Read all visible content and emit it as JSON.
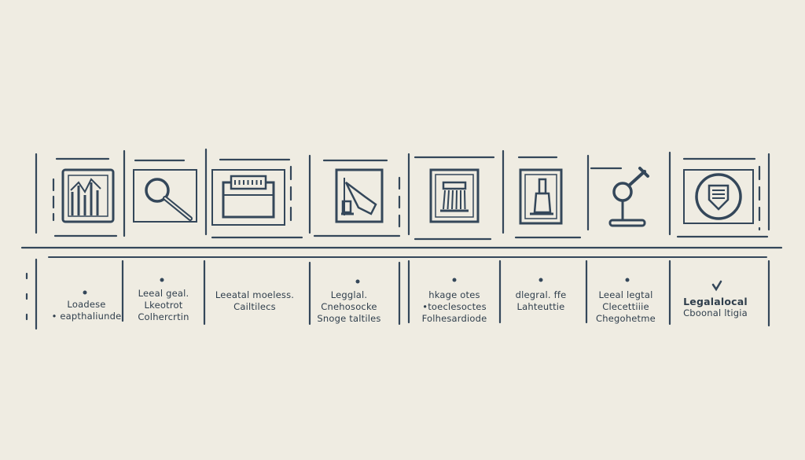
{
  "steps": [
    {
      "icon": "bar-chart-icon",
      "dot": "bullet",
      "lines": [
        "Loadese",
        "• eapthaliunde"
      ]
    },
    {
      "icon": "magnifying-glass-icon",
      "dot": "bullet",
      "lines": [
        "Leeal geal.",
        "Lkeotrot",
        "Colhercrtin"
      ]
    },
    {
      "icon": "keyboard-icon",
      "dot": "none",
      "lines": [
        "Leeatal moeless.",
        "Cailtilecs"
      ]
    },
    {
      "icon": "scale-hand-icon",
      "dot": "bullet",
      "lines": [
        "Legglal.",
        "Cnehosocke",
        "Snoge taltiles"
      ]
    },
    {
      "icon": "courthouse-icon",
      "dot": "bullet",
      "lines": [
        "hkage otes",
        "•toeclesoctes",
        "Folhesardiode"
      ]
    },
    {
      "icon": "gavel-block-icon",
      "dot": "bullet",
      "lines": [
        "dlegral. ffe",
        "Lahteuttie"
      ]
    },
    {
      "icon": "gavel-stand-icon",
      "dot": "bullet",
      "lines": [
        "Leeal legtal",
        "Clecettiiie",
        "Chegohetme"
      ]
    },
    {
      "icon": "document-badge-icon",
      "dot": "check",
      "lines": [
        "Legalalocal",
        "Cboonal ltigia"
      ]
    }
  ],
  "colors": {
    "background": "#efece2",
    "ink": "#34475a"
  }
}
